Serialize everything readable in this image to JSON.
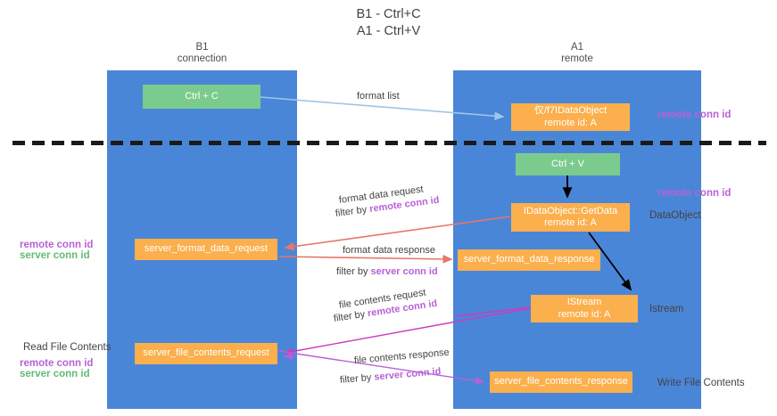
{
  "title": {
    "line1": "B1 - Ctrl+C",
    "line2": "A1 - Ctrl+V"
  },
  "lanes": [
    {
      "id": "b1",
      "name": "B1",
      "subtitle": "connection",
      "color": "#4a86d8"
    },
    {
      "id": "a1",
      "name": "A1",
      "subtitle": "remote",
      "color": "#4a86d8"
    }
  ],
  "nodes": {
    "ctrl_c": {
      "label": "Ctrl + C",
      "color": "#7ccb8e"
    },
    "ido_remote": {
      "line1": "仅/f7IDataObject",
      "line2": "remote id: A",
      "color": "#fbaf4d"
    },
    "ctrl_v": {
      "label": "Ctrl + V",
      "color": "#7ccb8e"
    },
    "getdata": {
      "line1": "IDataObject::GetData",
      "line2": "remote id: A",
      "color": "#fbaf4d"
    },
    "server_format_data_request": {
      "label": "server_format_data_request",
      "color": "#fbaf4d"
    },
    "server_format_data_response": {
      "label": "server_format_data_response",
      "color": "#fbaf4d"
    },
    "istream": {
      "line1": "IStream",
      "line2": "remote id: A",
      "color": "#fbaf4d"
    },
    "server_file_contents_request": {
      "label": "server_file_contents_request",
      "color": "#fbaf4d"
    },
    "server_file_contents_response": {
      "label": "server_file_contents_response",
      "color": "#fbaf4d"
    }
  },
  "edge_labels": {
    "format_list": "format list",
    "format_data_request": "format data request",
    "format_data_request_filter_prefix": "filter by ",
    "format_data_request_filter_key": "remote conn id",
    "format_data_response": "format data response",
    "format_data_response_filter_prefix": "filter by ",
    "format_data_response_filter_key": "server conn id",
    "file_contents_request": "file contents request",
    "file_contents_request_filter_prefix": "filter by ",
    "file_contents_request_filter_key": "remote conn id",
    "file_contents_response": "file contents response",
    "file_contents_response_filter_prefix": "filter by ",
    "file_contents_response_filter_key": "server conn id"
  },
  "side_labels": {
    "dataobject": "DataObject",
    "istream": "Istream",
    "write_file_contents": "Write File Contents"
  },
  "tags": {
    "remote_conn_id_top": "remote conn id",
    "remote_conn_id_mid": "remote conn id"
  },
  "left_notes": {
    "legend1_remote": "remote conn id",
    "legend1_server": "server conn id",
    "read_file_contents": "Read File Contents",
    "legend2_remote": "remote conn id",
    "legend2_server": "server conn id"
  },
  "colors": {
    "lane": "#4a86d8",
    "green_node": "#7ccb8e",
    "orange_node": "#fbaf4d",
    "remote_conn_id": "#b861d6",
    "server_conn_id": "#64b977",
    "arrow_blue": "#9fc5e8",
    "arrow_red": "#e8766a",
    "arrow_magenta": "#cc3bbf",
    "arrow_purple": "#b861d6",
    "arrow_black": "#000000",
    "divider": "#1a1a1a",
    "text": "#434343"
  }
}
